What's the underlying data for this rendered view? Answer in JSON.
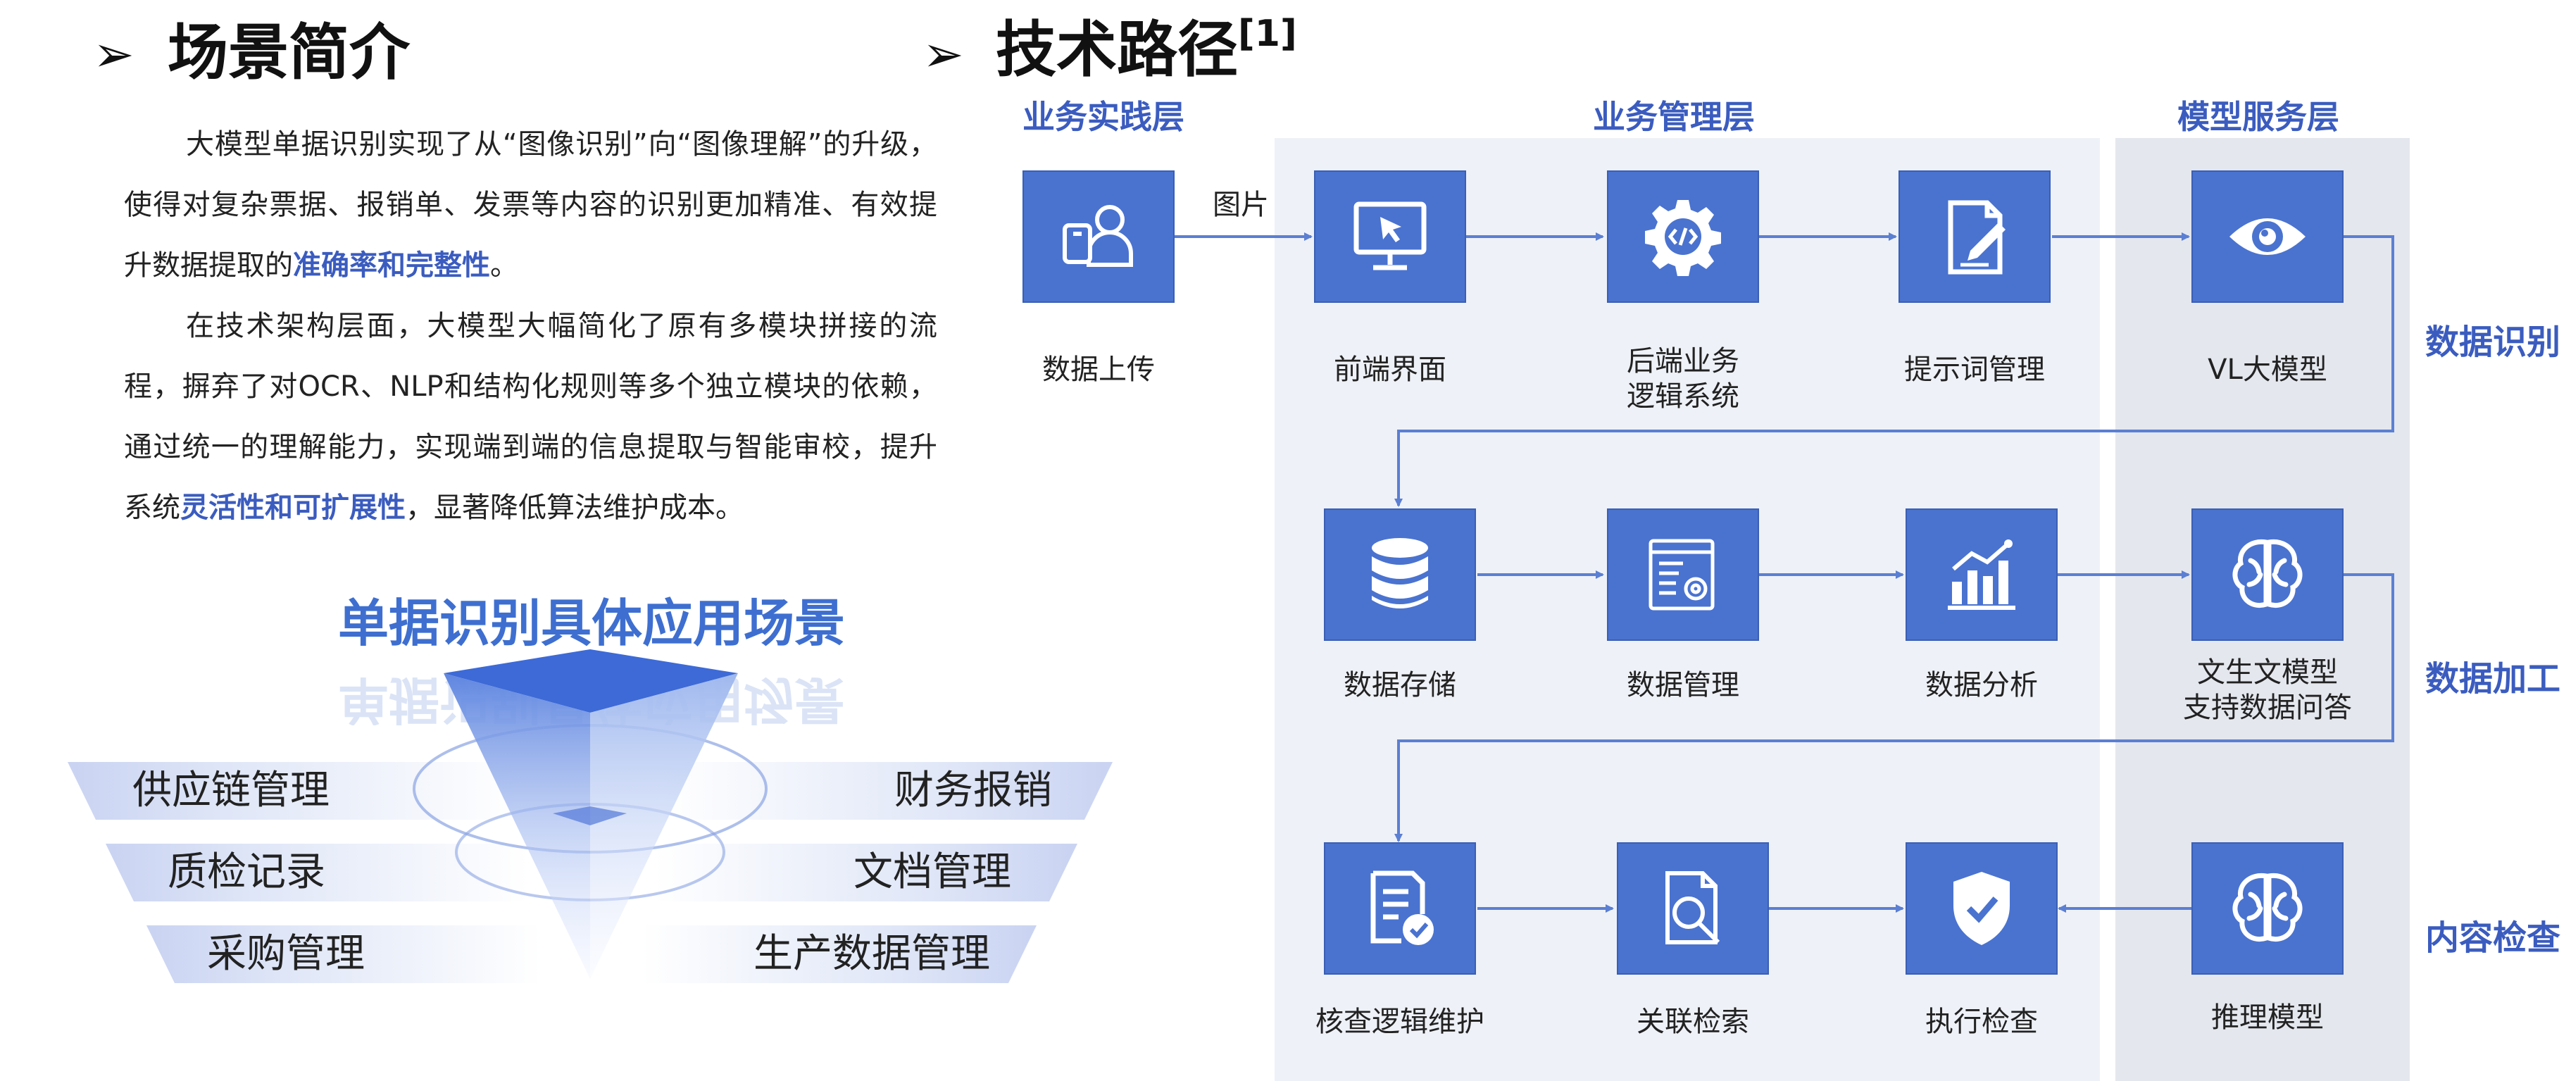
{
  "left": {
    "heading": "场景简介",
    "para1_before": "大模型单据识别实现了从“图像识别”向“图像理解”的升级，使得对复杂票据、报销单、发票等内容的识别更加精准、有效提升数据提取的",
    "para1_highlight": "准确率和完整性",
    "para1_after": "。",
    "para2_before": "在技术架构层面，大模型大幅简化了原有多模块拼接的流程，摒弃了对OCR、NLP和结构化规则等多个独立模块的依赖，通过统一的理解能力，实现端到端的信息提取与智能审校，提升系统",
    "para2_highlight": "灵活性和可扩展性",
    "para2_after": "，显著降低算法维护成本。",
    "scene_title": "单据识别具体应用场景",
    "scenes_left": [
      "供应链管理",
      "质检记录",
      "采购管理"
    ],
    "scenes_right": [
      "财务报销",
      "文档管理",
      "生产数据管理"
    ]
  },
  "right": {
    "heading": "技术路径",
    "heading_ref": "[1]",
    "layers": [
      "业务实践层",
      "业务管理层",
      "模型服务层"
    ],
    "edge_label": "图片",
    "row_labels": [
      "数据识别",
      "数据加工",
      "内容检查"
    ],
    "nodes": {
      "upload": "数据上传",
      "frontend": "前端界面",
      "backend": "后端业务\n逻辑系统",
      "prompt": "提示词管理",
      "vl": "VL大模型",
      "storage": "数据存储",
      "data_mgmt": "数据管理",
      "analysis": "数据分析",
      "text_model": "文生文模型\n支持数据问答",
      "check_logic": "核查逻辑维护",
      "search": "关联检索",
      "exec_check": "执行检查",
      "reasoning": "推理模型"
    }
  },
  "colors": {
    "accent": "#3b5cbf",
    "box": "#4a73d0",
    "panel": "#eef1f7",
    "line": "#5b7fd2"
  },
  "icons": {
    "upload": "user-upload-icon",
    "frontend": "monitor-cursor-icon",
    "backend": "gear-code-icon",
    "prompt": "document-edit-icon",
    "vl": "eye-icon",
    "storage": "database-icon",
    "data_mgmt": "document-gear-icon",
    "analysis": "bar-chart-icon",
    "text_model": "brain-icon",
    "check_logic": "document-check-icon",
    "search": "document-search-icon",
    "exec_check": "shield-check-icon",
    "reasoning": "brain-icon"
  }
}
